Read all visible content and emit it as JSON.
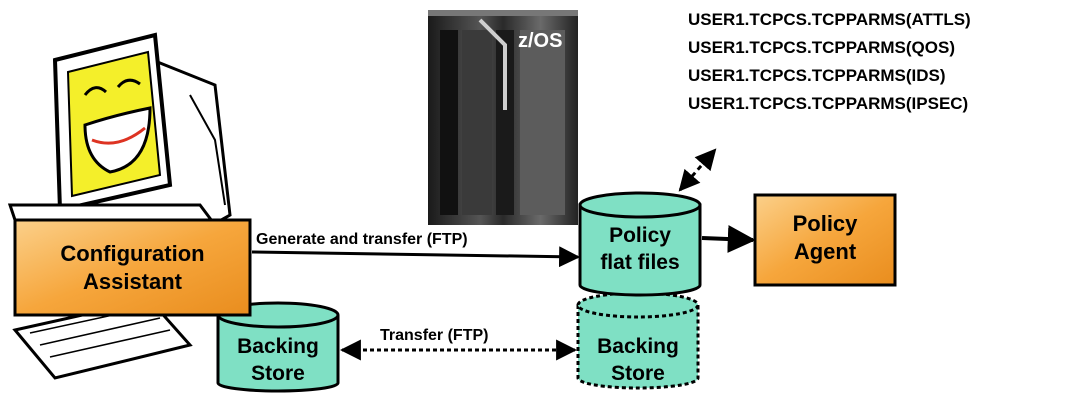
{
  "mainframe": {
    "label": "z/OS"
  },
  "datasets": [
    "USER1.TCPCS.TCPPARMS(ATTLS)",
    "USER1.TCPCS.TCPPARMS(QOS)",
    "USER1.TCPCS.TCPPARMS(IDS)",
    "USER1.TCPCS.TCPPARMS(IPSEC)"
  ],
  "config_assistant": {
    "line1": "Configuration",
    "line2": "Assistant"
  },
  "policy_files": {
    "line1": "Policy",
    "line2": "flat files"
  },
  "policy_agent": {
    "line1": "Policy",
    "line2": "Agent"
  },
  "backing_store_local": {
    "line1": "Backing",
    "line2": "Store"
  },
  "backing_store_remote": {
    "line1": "Backing",
    "line2": "Store"
  },
  "arrows": {
    "generate": "Generate and transfer (FTP)",
    "transfer": "Transfer (FTP)"
  },
  "colors": {
    "cylinder_fill": "#7fe0c4",
    "box_fill": "#f6a63c",
    "face_yellow": "#f4ef2a",
    "mainframe_dark": "#2b2b2b"
  }
}
